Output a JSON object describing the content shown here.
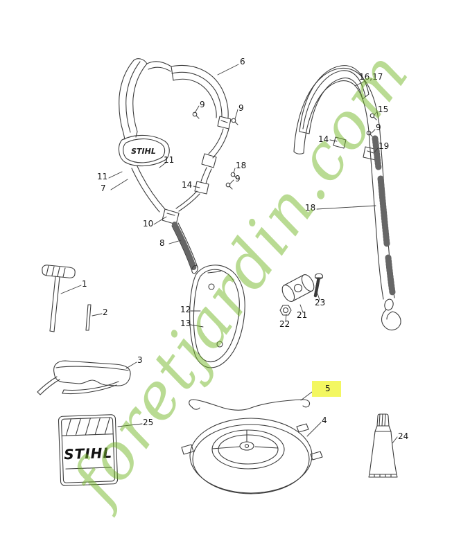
{
  "watermark": {
    "text": "foretjardin.com",
    "color": "#76b82a"
  },
  "artwork": {
    "stroke_color": "#3b3b3b",
    "harness_plate_brand": "STIHL",
    "pouch_brand": "STIHL"
  },
  "highlight": {
    "part": "5",
    "color": "#f3f761"
  },
  "labels": {
    "p1": "1",
    "p2": "2",
    "p3": "3",
    "p4": "4",
    "p5": "5",
    "p6": "6",
    "p7": "7",
    "p8": "8",
    "p9a": "9",
    "p9b": "9",
    "p9c": "9",
    "p9d": "9",
    "p10": "10",
    "p11a": "11",
    "p11b": "11",
    "p12": "12",
    "p13": "13",
    "p14a": "14",
    "p14b": "14",
    "p15": "15",
    "p1617": "16,17",
    "p18a": "18",
    "p18b": "18",
    "p19": "19",
    "p21": "21",
    "p22": "22",
    "p23": "23",
    "p24": "24",
    "p25": "25"
  }
}
